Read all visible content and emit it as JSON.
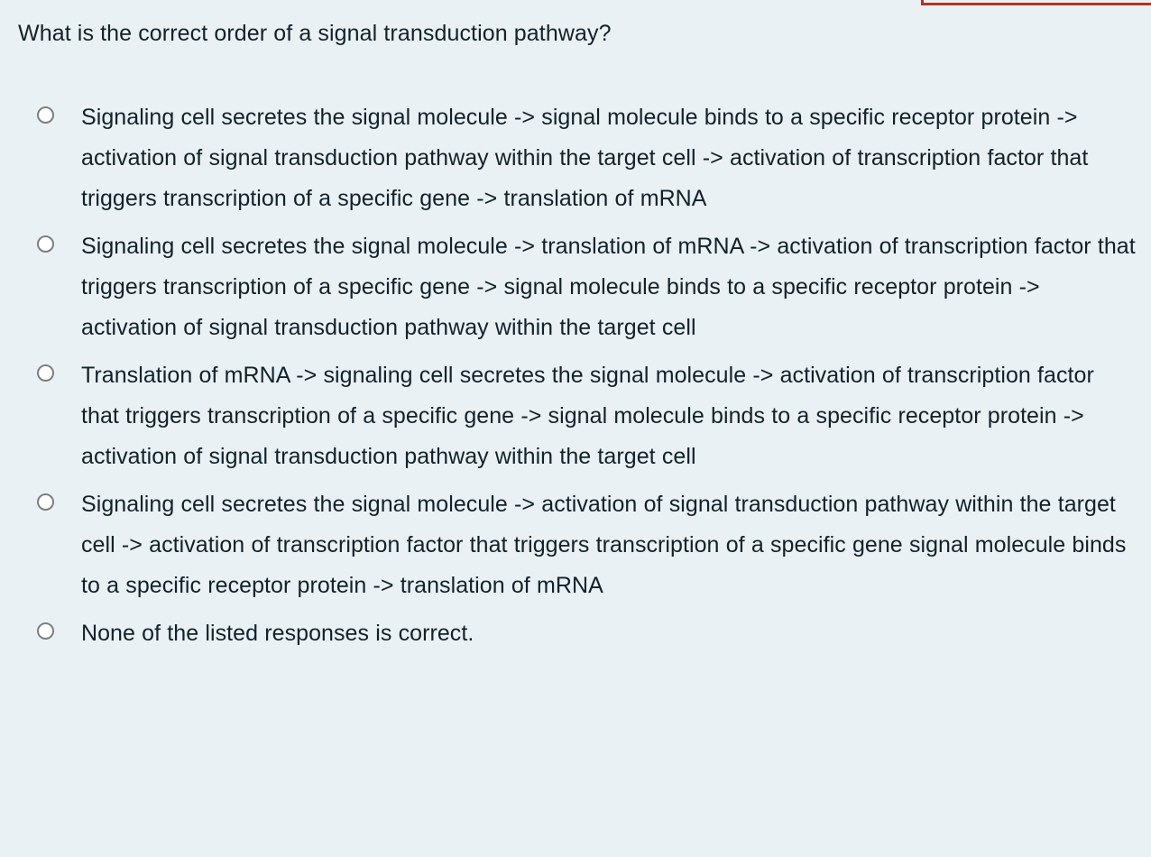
{
  "colors": {
    "background": "#eaf1f4",
    "text": "#11222b",
    "radio_border": "#7b7f82",
    "radio_fill": "#ffffff",
    "clipped_panel_border": "#b3321f"
  },
  "question": {
    "stem": "What is the correct order of a signal transduction pathway?"
  },
  "answers": {
    "input_type": "radio",
    "selected_index": null,
    "options": [
      {
        "id": "option-a",
        "selected": false,
        "text": "Signaling cell secretes the signal molecule -> signal molecule binds to a specific receptor protein -> activation of signal transduction pathway within the target cell -> activation of transcription factor that triggers transcription of a specific gene -> translation of mRNA"
      },
      {
        "id": "option-b",
        "selected": false,
        "text": "Signaling cell secretes the signal molecule -> translation of mRNA -> activation of transcription factor that triggers transcription of a specific gene -> signal molecule binds to a specific receptor protein -> activation of signal transduction pathway within the target cell"
      },
      {
        "id": "option-c",
        "selected": false,
        "text": "Translation of mRNA -> signaling cell secretes the signal molecule -> activation of transcription factor that triggers transcription of a specific gene -> signal molecule binds to a specific receptor protein -> activation of signal transduction pathway within the target cell"
      },
      {
        "id": "option-d",
        "selected": false,
        "text": "Signaling cell secretes the signal molecule -> activation of signal transduction pathway within the target cell -> activation of transcription factor that triggers transcription of a specific gene signal molecule binds to a specific receptor protein -> translation of mRNA"
      },
      {
        "id": "option-e",
        "selected": false,
        "text": "None of the listed responses is correct."
      }
    ]
  }
}
